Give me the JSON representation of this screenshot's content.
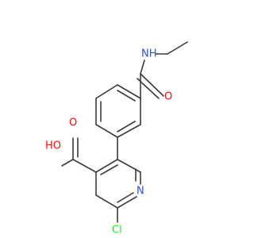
{
  "structure": {
    "colors": {
      "bond": "#3b3b3b",
      "carbon_text": "#3b3b3b",
      "oxygen": "#ff0d0d",
      "nitrogen": "#3050f8",
      "chlorine": "#1ff01f"
    },
    "atoms": {
      "nh": {
        "text": "NH",
        "element": "N"
      },
      "amide_o": {
        "text": "O",
        "element": "O"
      },
      "acid_oh": {
        "text": "HO",
        "element": "O"
      },
      "acid_o": {
        "text": "O",
        "element": "O"
      },
      "ring_n": {
        "text": "N",
        "element": "N"
      },
      "cl": {
        "text": "Cl",
        "element": "Cl"
      }
    }
  }
}
